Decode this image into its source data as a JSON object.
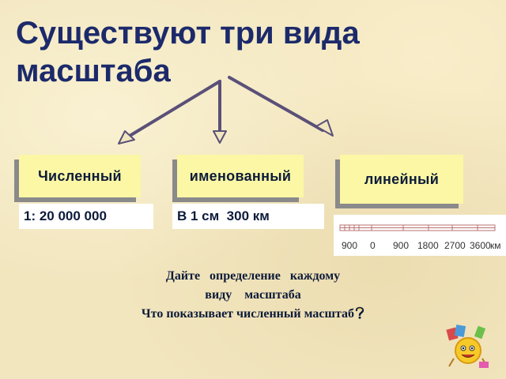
{
  "title": {
    "line1": "Существуют три вида",
    "line2": "масштаба"
  },
  "scale_types": [
    {
      "label": "Численный",
      "example": "1: 20 000 000"
    },
    {
      "label": "именованный",
      "example": "В 1 см  300 км"
    },
    {
      "label": "линейный"
    }
  ],
  "linear_scale": {
    "ticks": [
      "900",
      "0",
      "900",
      "1800",
      "2700",
      "3600"
    ],
    "unit": "км"
  },
  "question": {
    "line1": "Дайте   определение   каждому",
    "line2": "виду    масштаба",
    "line3": "Что показывает численный масштаб"
  },
  "icons": {
    "question_mark": "question-mark-icon",
    "mascot": "smiley-sun-mascot-icon"
  },
  "colors": {
    "title": "#1c2a6b",
    "box_yellow": "#fbf7a4",
    "arrow": "#5a5078",
    "background": "#f2e6bf"
  }
}
